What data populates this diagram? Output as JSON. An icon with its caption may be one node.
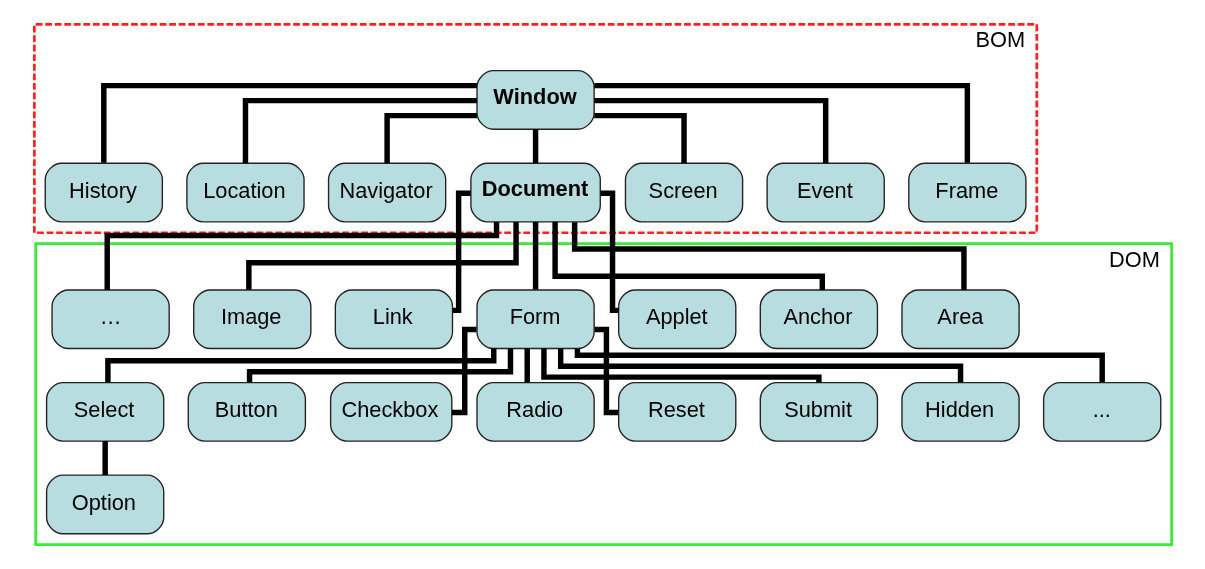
{
  "diagram": {
    "nodes": [
      {
        "text": [
          "BOM"
        ]
      },
      {
        "text": [
          "Window"
        ],
        "in": 0
      },
      {
        "text": [
          "History"
        ],
        "in": 0
      },
      {
        "text": [
          "Location"
        ],
        "in": 0
      },
      {
        "text": [
          "Navigator"
        ],
        "in": 0
      },
      {
        "text": [
          "Document"
        ],
        "in": 0
      },
      {
        "text": [
          "Screen"
        ],
        "in": 0
      },
      {
        "text": [
          "Event"
        ],
        "in": 0
      },
      {
        "text": [
          "Frame"
        ],
        "in": 0
      },
      {
        "text": [
          "DOM"
        ]
      },
      {
        "text": [
          "Area"
        ],
        "in": 9
      },
      {
        "text": [
          "Anchor"
        ],
        "in": 9
      },
      {
        "text": [
          "Applet"
        ],
        "in": 9
      },
      {
        "text": [
          "Form"
        ],
        "in": 9
      },
      {
        "text": [
          "Link"
        ],
        "in": 9
      },
      {
        "text": [
          "Image"
        ],
        "in": 9
      },
      {
        "text": [
          "…"
        ],
        "in": 9
      },
      {
        "text": [
          "Select"
        ],
        "in": 9
      },
      {
        "text": [
          "Button"
        ],
        "in": 9
      },
      {
        "text": [
          "Checkbox"
        ],
        "in": 9
      },
      {
        "text": [
          "Radio"
        ],
        "in": 9
      },
      {
        "text": [
          "Reset"
        ],
        "in": 9
      },
      {
        "text": [
          "Submit"
        ],
        "in": 9
      },
      {
        "text": [
          "Hidden"
        ],
        "in": 9
      },
      {
        "text": [
          "..."
        ],
        "in": 9
      },
      {
        "text": [
          "Option"
        ],
        "in": 9
      }
    ],
    "edges": [
      {
        "from": 1,
        "to": 2,
        "arrow": "none"
      },
      {
        "from": 1,
        "to": 3,
        "arrow": "none"
      },
      {
        "from": 1,
        "to": 4,
        "arrow": "none"
      },
      {
        "from": 1,
        "to": 5,
        "arrow": "none"
      },
      {
        "from": 1,
        "to": 6,
        "arrow": "none"
      },
      {
        "from": 1,
        "to": 7,
        "arrow": "none"
      },
      {
        "from": 1,
        "to": 8,
        "arrow": "none"
      },
      {
        "from": 5,
        "to": 10,
        "arrow": "none"
      },
      {
        "from": 5,
        "to": 11,
        "arrow": "none"
      },
      {
        "from": 5,
        "to": 12,
        "arrow": "none"
      },
      {
        "from": 5,
        "to": 13,
        "arrow": "none"
      },
      {
        "from": 5,
        "to": 14,
        "arrow": "none"
      },
      {
        "from": 5,
        "to": 15,
        "arrow": "none"
      },
      {
        "from": 5,
        "to": 16,
        "arrow": "none"
      },
      {
        "from": 13,
        "to": 17,
        "arrow": "none"
      },
      {
        "from": 13,
        "to": 18,
        "arrow": "none"
      },
      {
        "from": 13,
        "to": 19,
        "arrow": "none"
      },
      {
        "from": 13,
        "to": 20,
        "arrow": "none"
      },
      {
        "from": 13,
        "to": 21,
        "arrow": "none"
      },
      {
        "from": 13,
        "to": 22,
        "arrow": "none"
      },
      {
        "from": 13,
        "to": 23,
        "arrow": "none"
      },
      {
        "from": 13,
        "to": 24,
        "arrow": "none"
      },
      {
        "from": 17,
        "to": 25,
        "arrow": "none"
      }
    ]
  }
}
